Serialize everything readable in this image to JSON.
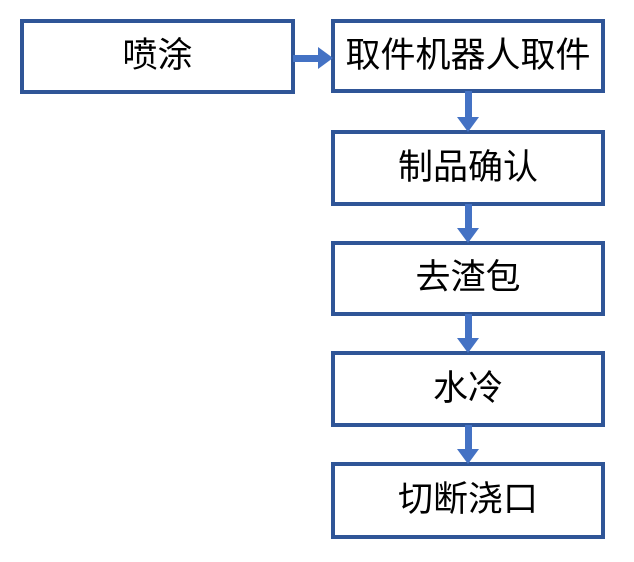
{
  "diagram": {
    "type": "flowchart",
    "orientation": "vertical-with-lead-in",
    "background_color": "#FFFFFF",
    "node_border_color": "#2F5597",
    "node_fill_color": "#FFFFFF",
    "node_text_color": "#000000",
    "arrow_color": "#4472C4",
    "nodes": [
      {
        "id": "n0",
        "label": "喷涂",
        "shape": "rectangle"
      },
      {
        "id": "n1",
        "label": "取件机器人取件",
        "shape": "rectangle"
      },
      {
        "id": "n2",
        "label": "制品确认",
        "shape": "rectangle"
      },
      {
        "id": "n3",
        "label": "去渣包",
        "shape": "rectangle"
      },
      {
        "id": "n4",
        "label": "水冷",
        "shape": "rectangle"
      },
      {
        "id": "n5",
        "label": "切断浇口",
        "shape": "rectangle"
      }
    ],
    "edges": [
      {
        "id": "e0",
        "from": "n0",
        "to": "n1",
        "direction": "right",
        "label": ""
      },
      {
        "id": "e1",
        "from": "n1",
        "to": "n2",
        "direction": "down",
        "label": ""
      },
      {
        "id": "e2",
        "from": "n2",
        "to": "n3",
        "direction": "down",
        "label": ""
      },
      {
        "id": "e3",
        "from": "n3",
        "to": "n4",
        "direction": "down",
        "label": ""
      },
      {
        "id": "e4",
        "from": "n4",
        "to": "n5",
        "direction": "down",
        "label": ""
      }
    ]
  }
}
